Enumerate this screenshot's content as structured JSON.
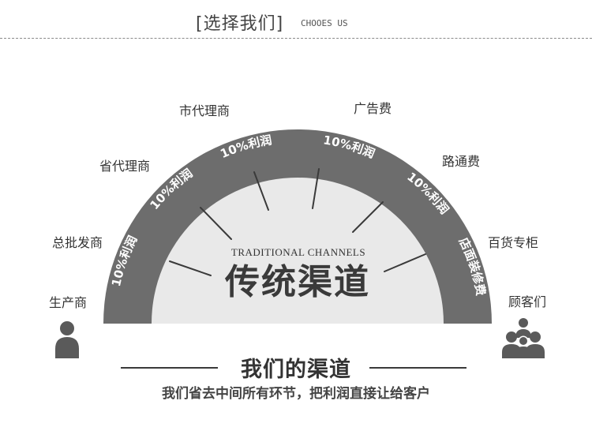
{
  "header": {
    "title": "[选择我们]",
    "subtitle": "CHOOES US"
  },
  "diagram": {
    "center_en": "TRADITIONAL CHANNELS",
    "center_cn": "传统渠道",
    "profit_label": "10%利润",
    "stores_label": "店面装修费",
    "stages": {
      "producer": "生产商",
      "wholesale": "总批发商",
      "provincial": "省代理商",
      "city": "市代理商",
      "ads": "广告费",
      "road": "路通费",
      "department": "百货专柜",
      "customers": "顾客们"
    }
  },
  "footer": {
    "title": "我们的渠道",
    "subtitle": "我们省去中间所有环节，把利润直接让给客户"
  },
  "colors": {
    "arc": "#6d6d6d",
    "inner": "#e9e9e9",
    "icon": "#5a5a5a",
    "text": "#333333"
  }
}
